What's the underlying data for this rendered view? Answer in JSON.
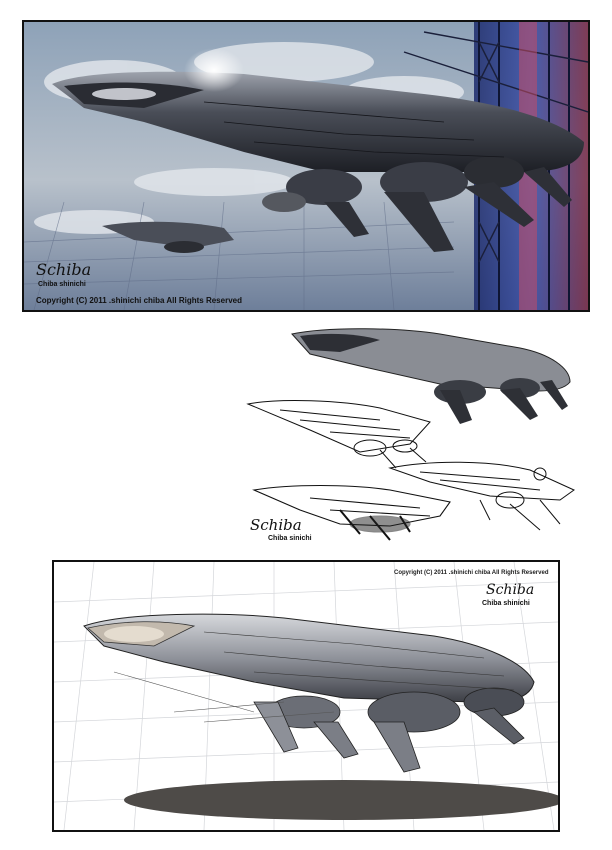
{
  "panels": {
    "top": {
      "signature": "Schiba",
      "name": "Chiba shinichi",
      "copyright": "Copyright (C) 2011 .shinichi chiba   All Rights Reserved"
    },
    "middle": {
      "signature": "Schiba",
      "name": "Chiba sinichi"
    },
    "bottom": {
      "copyright": "Copyright (C) 2011 .shinichi chiba   All Rights Reserved",
      "signature": "Schiba",
      "name": "Chiba shinichi"
    }
  },
  "colors": {
    "sky_top": "#7d93ad",
    "sky_bottom": "#c9cfd6",
    "tower_blue": "#2b3f8f",
    "tower_red": "#8a2a3a",
    "ship_dark": "#2b2d33",
    "ship_mid": "#6d7079",
    "ship_light": "#c9ccd3"
  }
}
